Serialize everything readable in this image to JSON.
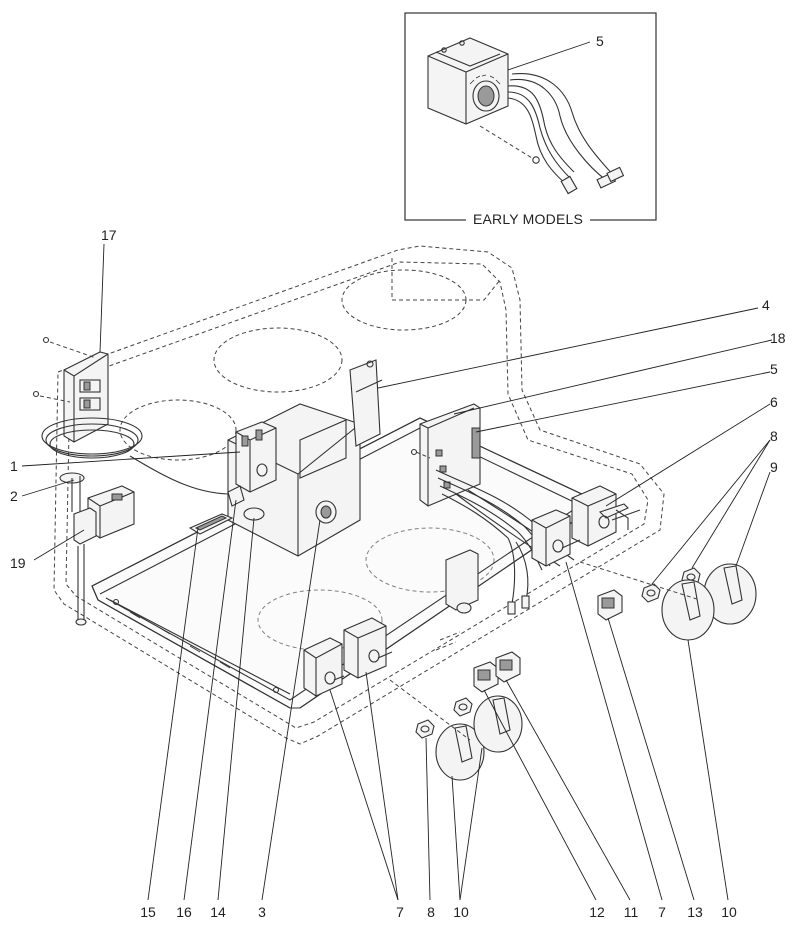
{
  "inset": {
    "caption": "EARLY MODELS",
    "callout": "5"
  },
  "callouts": {
    "c17": "17",
    "c1": "1",
    "c2": "2",
    "c19": "19",
    "c4": "4",
    "c18": "18",
    "c5": "5",
    "c6": "6",
    "c8_right": "8",
    "c9": "9"
  },
  "bottom_labels": [
    "15",
    "16",
    "14",
    "3",
    "7",
    "8",
    "10",
    "12",
    "11",
    "7",
    "13",
    "10"
  ]
}
